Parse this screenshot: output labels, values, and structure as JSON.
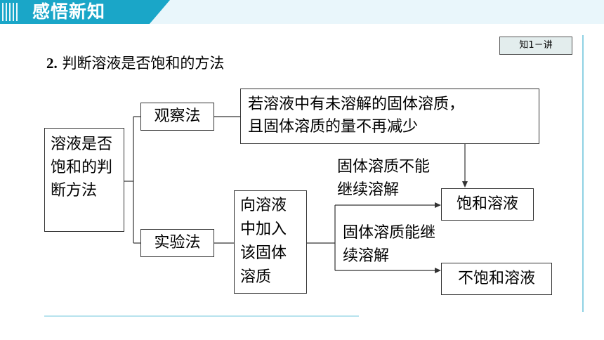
{
  "header": {
    "title": "感悟新知"
  },
  "badge": "知1－讲",
  "section": {
    "number": "2.",
    "title": "判断溶液是否饱和的方法"
  },
  "diagram": {
    "root": "溶液是否饱和的判断方法",
    "observe": "观察法",
    "observe_desc_line1": "若溶液中有未溶解的固体溶质，",
    "observe_desc_line2": "且固体溶质的量不再减少",
    "experiment": "实验法",
    "experiment_desc": "向溶液中加入该固体溶质",
    "branch_saturated": "固体溶质不能继续溶解",
    "branch_unsaturated": "固体溶质能继续溶解",
    "saturated": "饱和溶液",
    "unsaturated": "不饱和溶液"
  },
  "colors": {
    "accent": "#1aa6c8",
    "badge_bg": "#e3eded"
  }
}
